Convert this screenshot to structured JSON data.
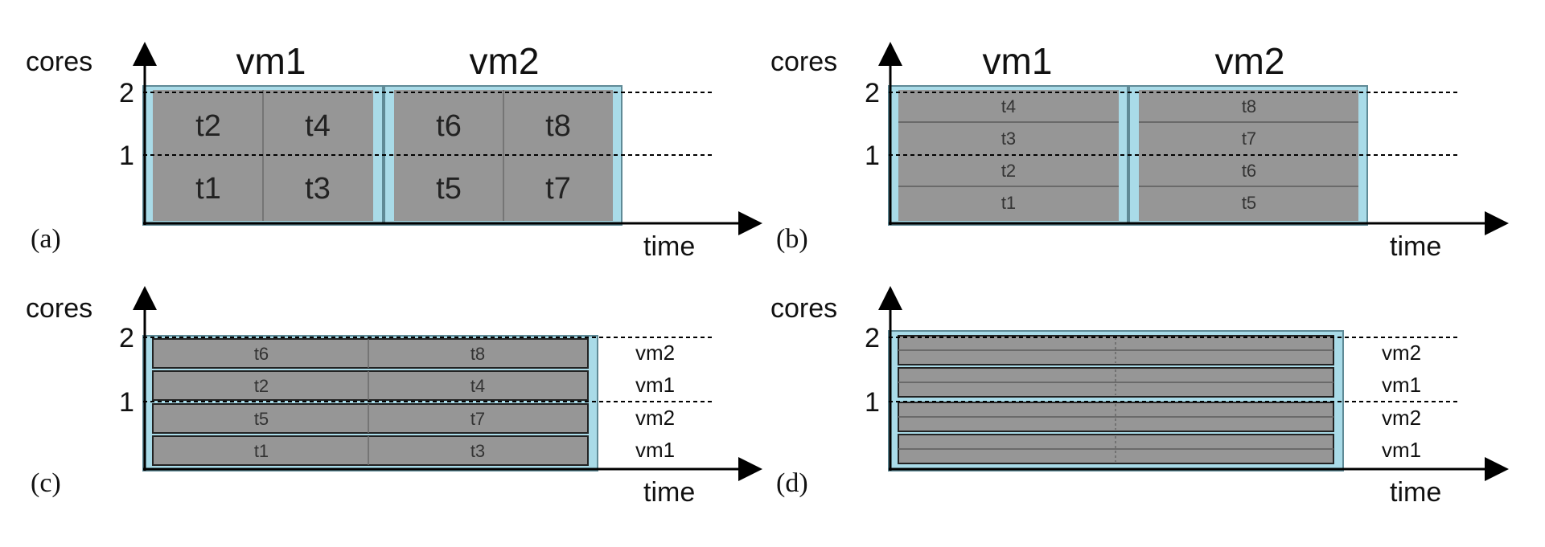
{
  "axis": {
    "y_title": "cores",
    "x_title": "time",
    "y_ticks": [
      "1",
      "2"
    ]
  },
  "colors": {
    "task_fill": "#969696",
    "vm_border": "#a9dbe8",
    "vm_frame": "#5f8a96"
  },
  "panels": {
    "a": {
      "label": "(a)",
      "vms": [
        {
          "name": "vm1",
          "tasks": [
            {
              "name": "t2"
            },
            {
              "name": "t4"
            },
            {
              "name": "t1"
            },
            {
              "name": "t3"
            }
          ]
        },
        {
          "name": "vm2",
          "tasks": [
            {
              "name": "t6"
            },
            {
              "name": "t8"
            },
            {
              "name": "t5"
            },
            {
              "name": "t7"
            }
          ]
        }
      ]
    },
    "b": {
      "label": "(b)",
      "vms": [
        {
          "name": "vm1",
          "tasks": [
            {
              "name": "t4"
            },
            {
              "name": "t3"
            },
            {
              "name": "t2"
            },
            {
              "name": "t1"
            }
          ]
        },
        {
          "name": "vm2",
          "tasks": [
            {
              "name": "t8"
            },
            {
              "name": "t7"
            },
            {
              "name": "t6"
            },
            {
              "name": "t5"
            }
          ]
        }
      ]
    },
    "c": {
      "label": "(c)",
      "rows": [
        {
          "vm": "vm2",
          "tasks": [
            {
              "name": "t6"
            },
            {
              "name": "t8"
            }
          ]
        },
        {
          "vm": "vm1",
          "tasks": [
            {
              "name": "t2"
            },
            {
              "name": "t4"
            }
          ]
        },
        {
          "vm": "vm2",
          "tasks": [
            {
              "name": "t5"
            },
            {
              "name": "t7"
            }
          ]
        },
        {
          "vm": "vm1",
          "tasks": [
            {
              "name": "t1"
            },
            {
              "name": "t3"
            }
          ]
        }
      ]
    },
    "d": {
      "label": "(d)",
      "rows": [
        {
          "vm": "vm2"
        },
        {
          "vm": "vm1"
        },
        {
          "vm": "vm2"
        },
        {
          "vm": "vm1"
        }
      ]
    }
  }
}
